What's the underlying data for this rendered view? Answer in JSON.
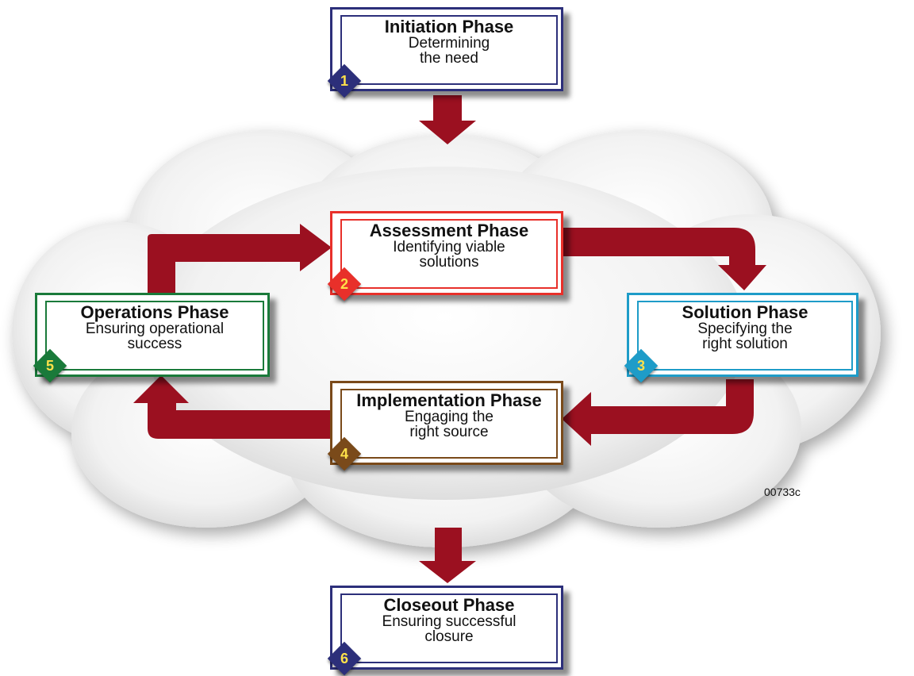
{
  "phases": [
    {
      "number": "1",
      "title": "Initiation Phase",
      "line1": "Determining",
      "line2": "the need",
      "color": "#2c2f7a"
    },
    {
      "number": "2",
      "title": "Assessment Phase",
      "line1": "Identifying viable",
      "line2": "solutions",
      "color": "#e8302a"
    },
    {
      "number": "3",
      "title": "Solution Phase",
      "line1": "Specifying the",
      "line2": "right solution",
      "color": "#1e9cc8"
    },
    {
      "number": "4",
      "title": "Implementation Phase",
      "line1": "Engaging the",
      "line2": "right source",
      "color": "#7a4a1a"
    },
    {
      "number": "5",
      "title": "Operations Phase",
      "line1": "Ensuring operational",
      "line2": "success",
      "color": "#1a7a3a"
    },
    {
      "number": "6",
      "title": "Closeout Phase",
      "line1": "Ensuring successful",
      "line2": "closure",
      "color": "#2c2f7a"
    }
  ],
  "arrow_color": "#9b1020",
  "footnote": "00733c"
}
